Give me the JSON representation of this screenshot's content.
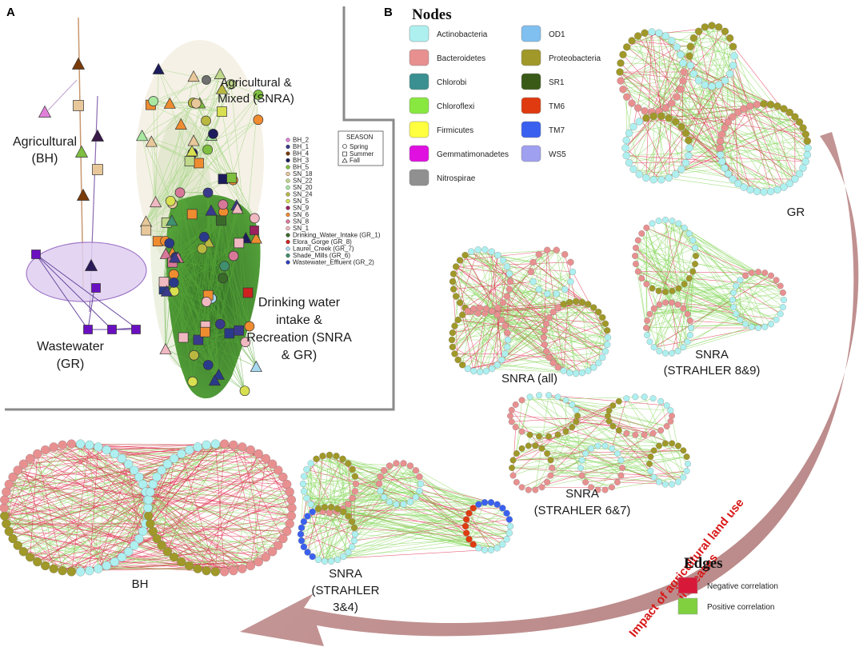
{
  "panel_a": {
    "letter": "A",
    "groups": {
      "agricultural_bh": [
        "Agricultural",
        "(BH)"
      ],
      "agricultural_mixed": [
        "Agricultural &",
        "Mixed (SNRA)"
      ],
      "drinking_water": [
        "Drinking water",
        "intake &",
        "Recreation (SNRA",
        "& GR)"
      ],
      "wastewater": [
        "Wastewater",
        "(GR)"
      ]
    },
    "site_legend": [
      {
        "label": "BH_2",
        "color": "#e080d8"
      },
      {
        "label": "BH_1",
        "color": "#3a3a8c"
      },
      {
        "label": "BH_4",
        "color": "#7a3b0a"
      },
      {
        "label": "BH_3",
        "color": "#1c1c5c"
      },
      {
        "label": "BH_5",
        "color": "#7fbf3f"
      },
      {
        "label": "SN_18",
        "color": "#e8c89a"
      },
      {
        "label": "SN_22",
        "color": "#c0d88a"
      },
      {
        "label": "SN_20",
        "color": "#a8e8a0"
      },
      {
        "label": "SN_24",
        "color": "#b8b840"
      },
      {
        "label": "SN_5",
        "color": "#d8e050"
      },
      {
        "label": "SN_9",
        "color": "#9a2060"
      },
      {
        "label": "SN_6",
        "color": "#f08c30"
      },
      {
        "label": "SN_8",
        "color": "#d87898"
      },
      {
        "label": "SN_1",
        "color": "#f0b8c0"
      },
      {
        "label": "Drinking_Water_Intake (GR_1)",
        "color": "#3a6a2a"
      },
      {
        "label": "Elora_Gorge (GR_8)",
        "color": "#d02020"
      },
      {
        "label": "Laurel_Creek (GR_7)",
        "color": "#a8d8f0"
      },
      {
        "label": "Shade_Mills (GR_6)",
        "color": "#409070"
      },
      {
        "label": "Wastewater_Effluent (GR_2)",
        "color": "#3040c0"
      }
    ],
    "season_legend": {
      "title": "SEASON",
      "items": [
        "Spring",
        "Summer",
        "Fall"
      ]
    }
  },
  "panel_b": {
    "letter": "B",
    "nodes_title": "Nodes",
    "nodes": [
      {
        "label": "Actinobacteria",
        "color": "#aef0f0"
      },
      {
        "label": "Bacteroidetes",
        "color": "#e89090"
      },
      {
        "label": "Chlorobi",
        "color": "#3a9090"
      },
      {
        "label": "Chloroflexi",
        "color": "#88e840"
      },
      {
        "label": "Firmicutes",
        "color": "#ffff40"
      },
      {
        "label": "Gemmatimonadetes",
        "color": "#e010e0"
      },
      {
        "label": "Nitrospirae",
        "color": "#909090"
      },
      {
        "label": "OD1",
        "color": "#80c0f0"
      },
      {
        "label": "Proteobacteria",
        "color": "#a09828"
      },
      {
        "label": "SR1",
        "color": "#3a5a18"
      },
      {
        "label": "TM6",
        "color": "#e03a10"
      },
      {
        "label": "TM7",
        "color": "#3a60f0"
      },
      {
        "label": "WS5",
        "color": "#a0a0f0"
      }
    ],
    "network_labels": {
      "gr": [
        "GR"
      ],
      "snra_all": [
        "SNRA (all)"
      ],
      "snra_89": [
        "SNRA",
        "(STRAHLER 8&9)"
      ],
      "snra_67": [
        "SNRA",
        "(STRAHLER 6&7)"
      ],
      "snra_34": [
        "SNRA",
        "(STRAHLER",
        "3&4)"
      ],
      "bh": [
        "BH"
      ]
    },
    "arrow_text": [
      "Impact of agricultural land use",
      "increases"
    ],
    "edges_title": "Edges",
    "edges": [
      {
        "label": "Negative correlation",
        "color": "#d81838"
      },
      {
        "label": "Positive correlation",
        "color": "#80d040"
      }
    ]
  }
}
